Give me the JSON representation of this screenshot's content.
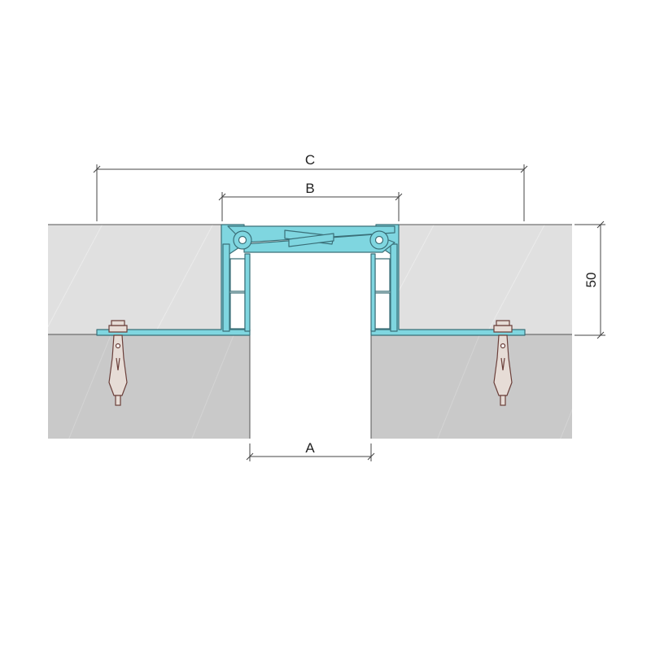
{
  "dimensions": {
    "a_label": "A",
    "b_label": "B",
    "c_label": "C",
    "height_label": "50"
  },
  "colors": {
    "screed": "#e0e0e0",
    "slab": "#c9c9c9",
    "profile": "#7fd6e0",
    "profile_outline": "#3a6f78",
    "anchor": "#e6dcd6",
    "anchor_outline": "#6b3f3a",
    "dimension_line": "#444444"
  }
}
